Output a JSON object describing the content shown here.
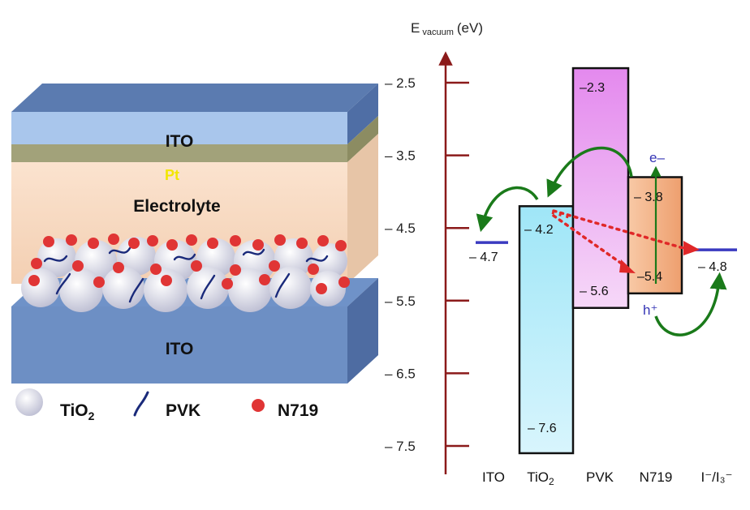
{
  "device": {
    "top_electrode": "ITO",
    "catalyst": "Pt",
    "electrolyte": "Electrolyte",
    "bottom_electrode": "ITO"
  },
  "legend": {
    "tio2": "TiO",
    "tio2_sub": "2",
    "pvk": "PVK",
    "n719": "N719"
  },
  "energy_axis": {
    "title_main": "E",
    "title_sub": "vacuum",
    "title_unit": "(eV)",
    "ticks": [
      "– 2.5",
      "– 3.5",
      "– 4.5",
      "– 5.5",
      "– 6.5",
      "– 7.5"
    ],
    "tick_values": [
      -2.5,
      -3.5,
      -4.5,
      -5.5,
      -6.5,
      -7.5
    ]
  },
  "levels": {
    "ito": "– 4.7",
    "tio2_cb": "– 4.2",
    "tio2_vb": "– 7.6",
    "pvk_lumo": "–2.3",
    "pvk_homo": "– 5.6",
    "n719_lumo": "– 3.8",
    "n719_homo": "–5.4",
    "redox": "– 4.8"
  },
  "level_values": {
    "ito": -4.7,
    "tio2_cb": -4.2,
    "tio2_vb": -7.6,
    "pvk_lumo": -2.3,
    "pvk_homo": -5.6,
    "n719_lumo": -3.8,
    "n719_homo": -5.4,
    "redox": -4.8
  },
  "carriers": {
    "electron": "e–",
    "hole": "h⁺"
  },
  "materials": {
    "ito": "ITO",
    "tio2": "TiO",
    "tio2_sub": "2",
    "pvk": "PVK",
    "n719": "N719",
    "redox": "I⁻/I₃⁻"
  },
  "colors": {
    "device_blue": "#6d8fc4",
    "ito_top_blue": "#a9c6ec",
    "pt_green": "#9a9a6c",
    "electrolyte_peach": "#f6dcc6",
    "axis_red": "#8b1a1a",
    "tio2_cyan": "#a8e8f8",
    "pvk_magenta": "#e890ee",
    "n719_orange": "#f2b88e",
    "arrow_green": "#1a7a1a",
    "dot_red": "#e03030",
    "level_blue": "#3a3ac0"
  }
}
